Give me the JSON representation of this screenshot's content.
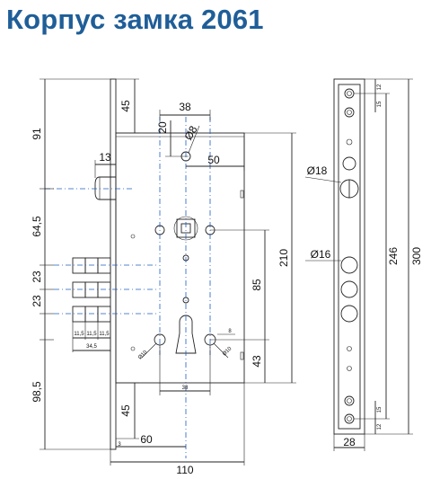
{
  "title": "Корпус замка 2061",
  "dims": {
    "d45_top": "45",
    "d38": "38",
    "d91": "91",
    "d20": "20",
    "d_phi8": "Ø8",
    "d50": "50",
    "d13": "13",
    "d64_5": "64,5",
    "d23_a": "23",
    "d23_b": "23",
    "d85": "85",
    "d210": "210",
    "d11_5_a": "11,5",
    "d11_5_b": "11,5",
    "d11_5_c": "11,5",
    "d34_5": "34,5",
    "d43": "43",
    "d_phi10_a": "Ø10",
    "d_phi10_b": "Ø10",
    "d38_small": "38",
    "d8": "8",
    "d98_5": "98,5",
    "d45_bottom": "45",
    "d3": "3",
    "d60": "60",
    "d110": "110",
    "d_phi18": "Ø18",
    "d_phi16": "Ø16",
    "d12_top": "12",
    "d15_top": "15",
    "d246": "246",
    "d300": "300",
    "d15_bottom": "15",
    "d12_bottom": "12",
    "d28": "28"
  }
}
